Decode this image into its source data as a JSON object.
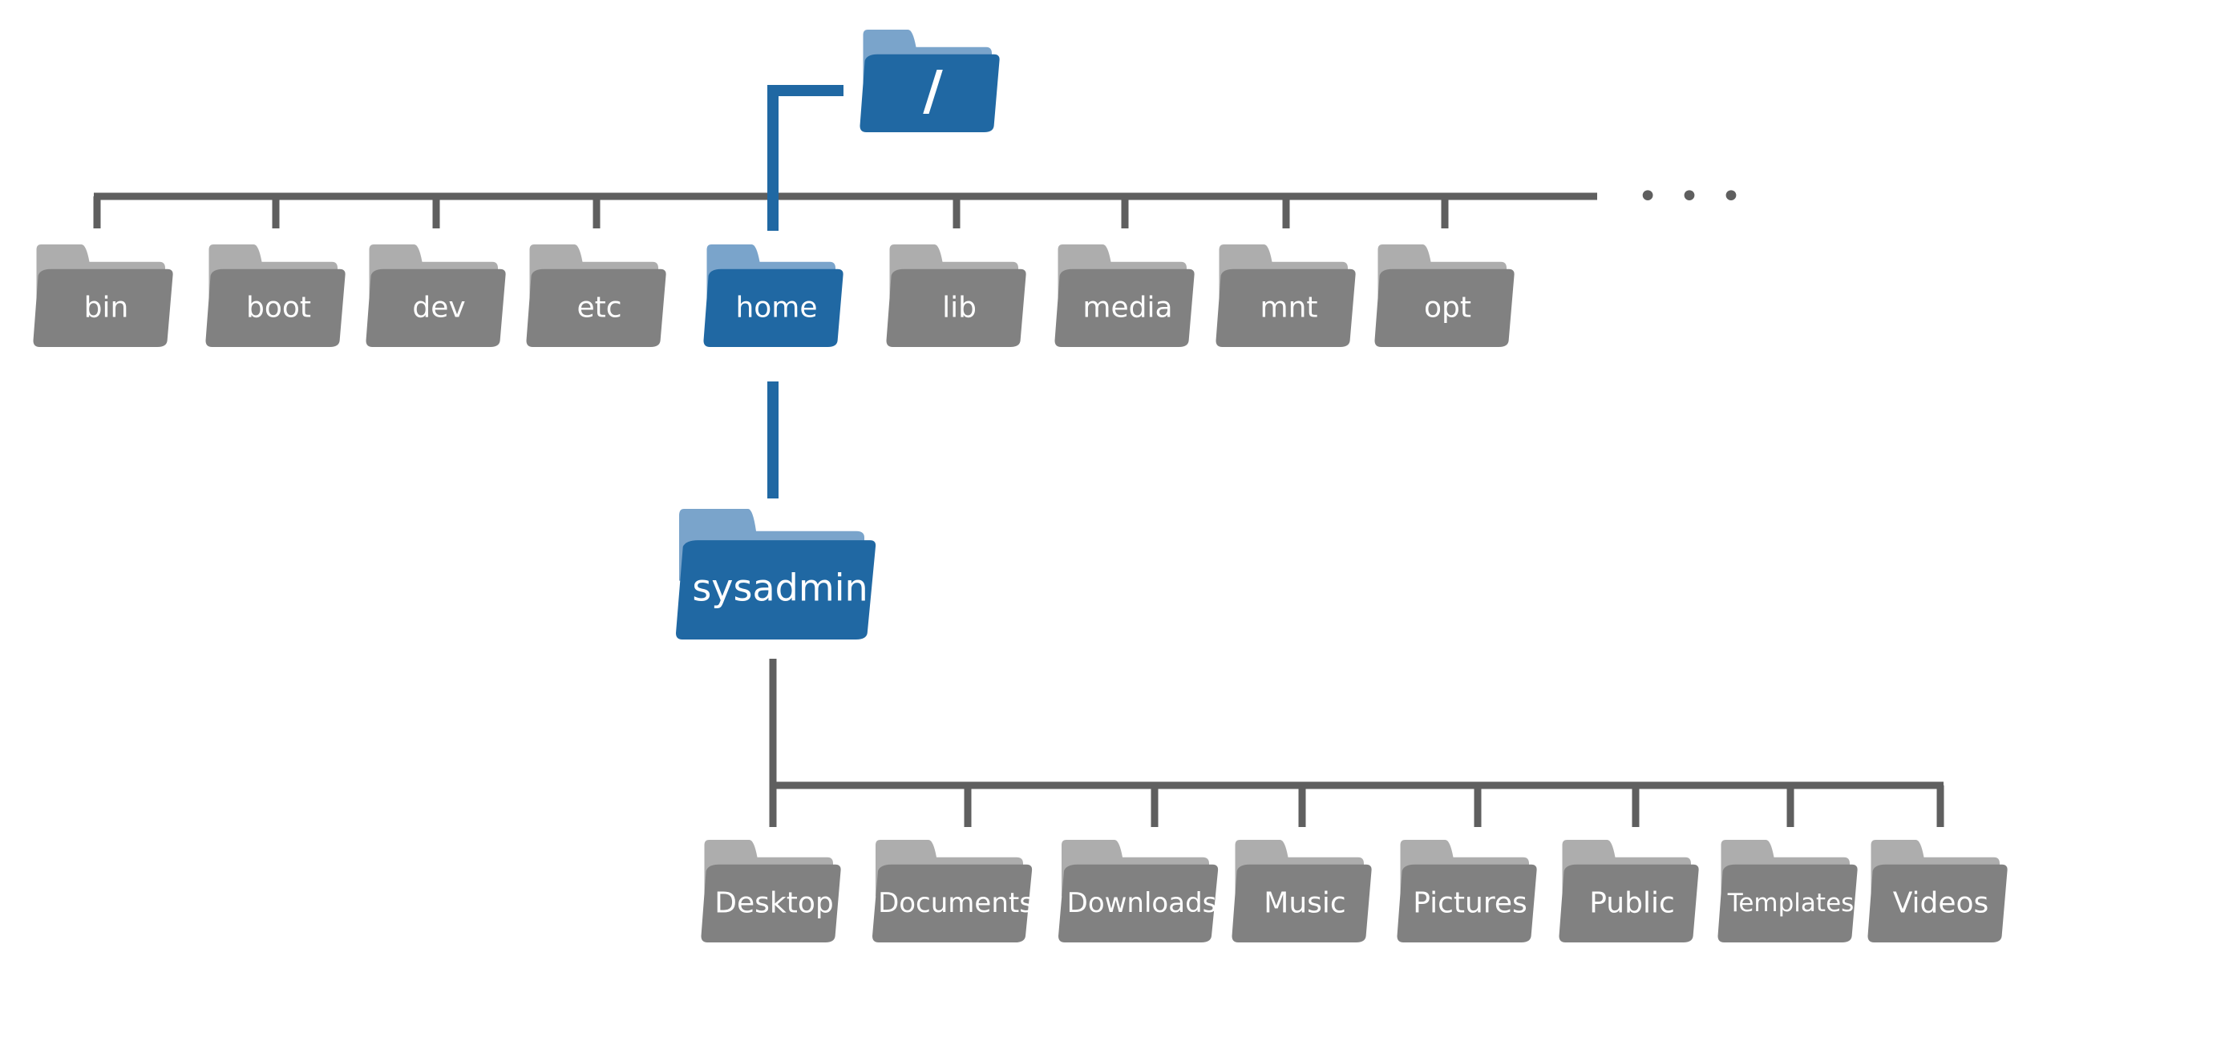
{
  "colors": {
    "gray_line": "#5f5f5f",
    "gray_back": "#adadad",
    "gray_front": "#818181",
    "blue_back": "#7aa4cb",
    "blue_front": "#2068a3",
    "blue_line": "#2068a3"
  },
  "root": {
    "label": "/"
  },
  "ellipsis": "• • •",
  "level1": [
    "bin",
    "boot",
    "dev",
    "etc",
    "home",
    "lib",
    "media",
    "mnt",
    "opt"
  ],
  "selected_level1": "home",
  "home_child": {
    "label": "sysadmin"
  },
  "level3": [
    "Desktop",
    "Documents",
    "Downloads",
    "Music",
    "Pictures",
    "Public",
    "Templates",
    "Videos"
  ]
}
